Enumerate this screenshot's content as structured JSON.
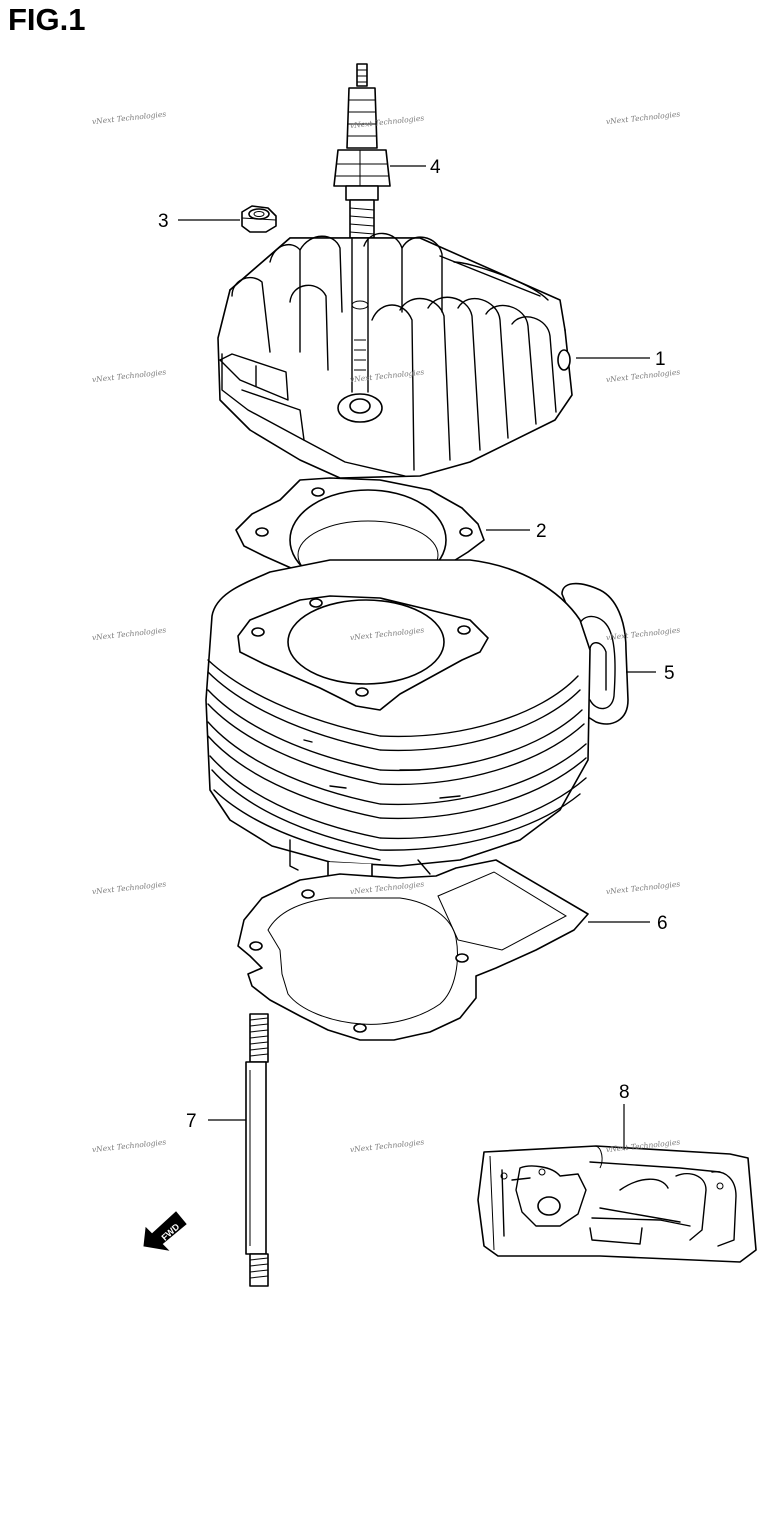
{
  "figure": {
    "title": "FIG.1"
  },
  "callouts": [
    {
      "number": "1",
      "part": "cylinder-head"
    },
    {
      "number": "2",
      "part": "cylinder-head-gasket"
    },
    {
      "number": "3",
      "part": "nut"
    },
    {
      "number": "4",
      "part": "spark-plug"
    },
    {
      "number": "5",
      "part": "intake-pipe"
    },
    {
      "number": "6",
      "part": "cylinder-base-gasket"
    },
    {
      "number": "7",
      "part": "stud-bolt"
    },
    {
      "number": "8",
      "part": "gasket-set"
    }
  ],
  "direction_marker": {
    "label": "FWD"
  },
  "watermark": {
    "text": "vNext Technologies"
  }
}
